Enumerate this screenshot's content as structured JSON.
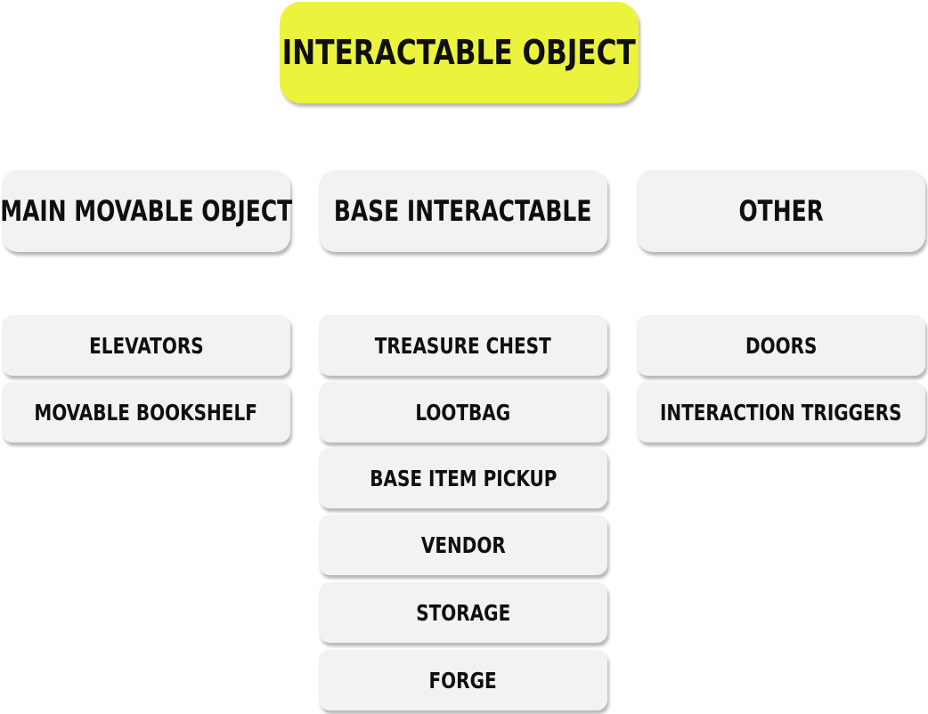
{
  "root": {
    "label": "INTERACTABLE OBJECT",
    "color": "#ecf33d"
  },
  "columns": [
    {
      "header": "MAIN MOVABLE OBJECT",
      "items": [
        "ELEVATORS",
        "MOVABLE BOOKSHELF"
      ]
    },
    {
      "header": "BASE INTERACTABLE",
      "items": [
        "TREASURE CHEST",
        "LOOTBAG",
        "BASE ITEM PICKUP",
        "VENDOR",
        "STORAGE",
        "FORGE"
      ]
    },
    {
      "header": "OTHER",
      "items": [
        "DOORS",
        "INTERACTION TRIGGERS"
      ]
    }
  ],
  "node_color": "#f2f2f2"
}
